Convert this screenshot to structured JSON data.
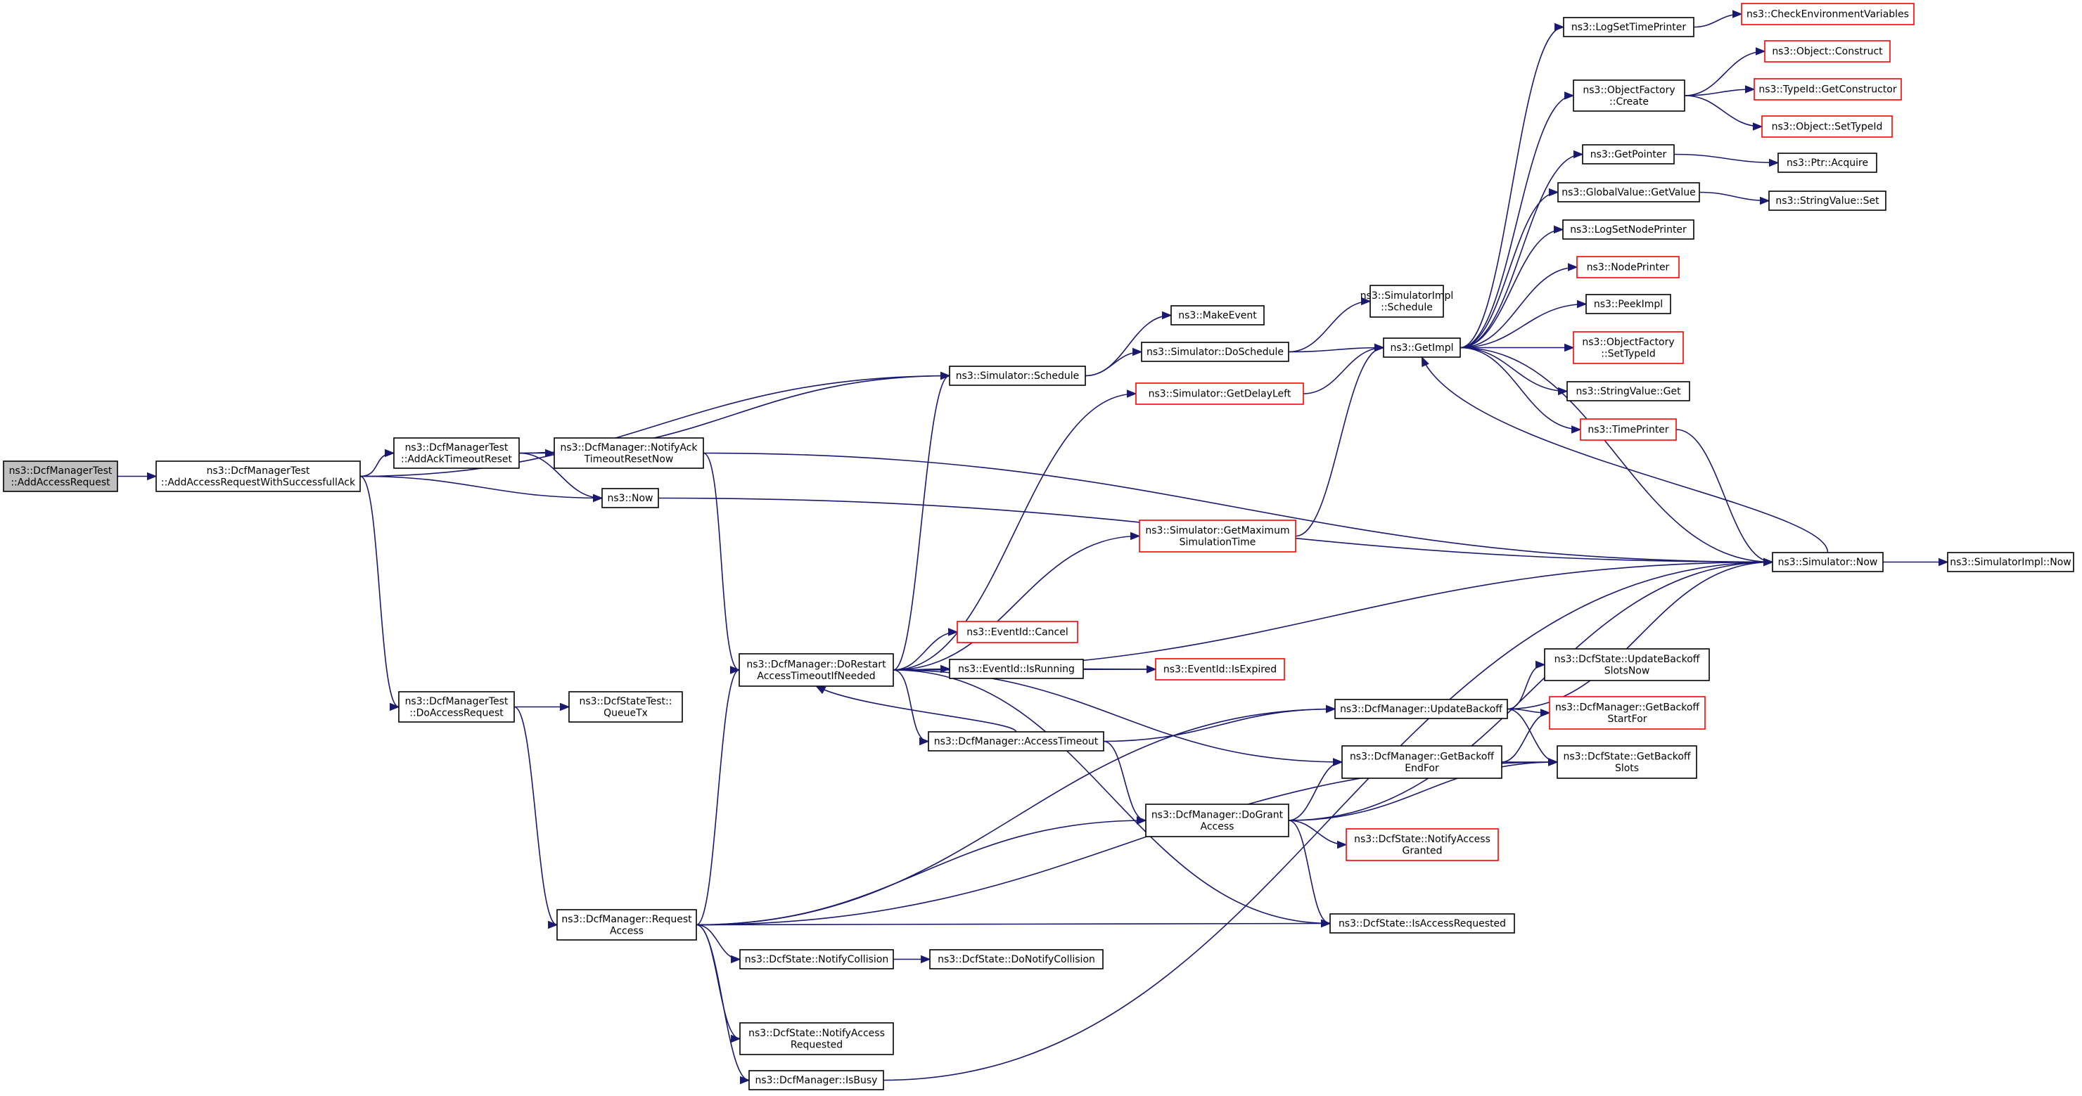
{
  "nodes": [
    {
      "id": "root",
      "lines": [
        "ns3::DcfManagerTest",
        "::AddAccessRequest"
      ],
      "style": "root"
    },
    {
      "id": "addreq",
      "lines": [
        "ns3::DcfManagerTest",
        "::AddAccessRequestWithSuccessfullAck"
      ],
      "style": "normal"
    },
    {
      "id": "addack",
      "lines": [
        "ns3::DcfManagerTest",
        "::AddAckTimeoutReset"
      ],
      "style": "normal"
    },
    {
      "id": "doaccess",
      "lines": [
        "ns3::DcfManagerTest",
        "::DoAccessRequest"
      ],
      "style": "normal"
    },
    {
      "id": "notifyack",
      "lines": [
        "ns3::DcfManager::NotifyAck",
        "TimeoutResetNow"
      ],
      "style": "normal"
    },
    {
      "id": "now",
      "lines": [
        "ns3::Now"
      ],
      "style": "normal"
    },
    {
      "id": "queuetx",
      "lines": [
        "ns3::DcfStateTest::",
        "QueueTx"
      ],
      "style": "normal"
    },
    {
      "id": "schedule",
      "lines": [
        "ns3::Simulator::Schedule"
      ],
      "style": "normal"
    },
    {
      "id": "dorestart",
      "lines": [
        "ns3::DcfManager::DoRestart",
        "AccessTimeoutIfNeeded"
      ],
      "style": "normal"
    },
    {
      "id": "reqaccess",
      "lines": [
        "ns3::DcfManager::Request",
        "Access"
      ],
      "style": "normal"
    },
    {
      "id": "makeevent",
      "lines": [
        "ns3::MakeEvent"
      ],
      "style": "normal"
    },
    {
      "id": "doschedule",
      "lines": [
        "ns3::Simulator::DoSchedule"
      ],
      "style": "normal"
    },
    {
      "id": "getdelay",
      "lines": [
        "ns3::Simulator::GetDelayLeft"
      ],
      "style": "red"
    },
    {
      "id": "getmax",
      "lines": [
        "ns3::Simulator::GetMaximum",
        "SimulationTime"
      ],
      "style": "red"
    },
    {
      "id": "cancel",
      "lines": [
        "ns3::EventId::Cancel"
      ],
      "style": "red"
    },
    {
      "id": "isrunning",
      "lines": [
        "ns3::EventId::IsRunning"
      ],
      "style": "normal"
    },
    {
      "id": "accesstimeout",
      "lines": [
        "ns3::DcfManager::AccessTimeout"
      ],
      "style": "normal"
    },
    {
      "id": "notifycoll",
      "lines": [
        "ns3::DcfState::NotifyCollision"
      ],
      "style": "normal"
    },
    {
      "id": "notifyaccreq",
      "lines": [
        "ns3::DcfState::NotifyAccess",
        "Requested"
      ],
      "style": "normal"
    },
    {
      "id": "isbusy",
      "lines": [
        "ns3::DcfManager::IsBusy"
      ],
      "style": "normal"
    },
    {
      "id": "simimplsched",
      "lines": [
        "ns3::SimulatorImpl",
        "::Schedule"
      ],
      "style": "normal"
    },
    {
      "id": "isexpired",
      "lines": [
        "ns3::EventId::IsExpired"
      ],
      "style": "red"
    },
    {
      "id": "donotifycoll",
      "lines": [
        "ns3::DcfState::DoNotifyCollision"
      ],
      "style": "normal"
    },
    {
      "id": "dogrant",
      "lines": [
        "ns3::DcfManager::DoGrant",
        "Access"
      ],
      "style": "normal"
    },
    {
      "id": "updatebackoff",
      "lines": [
        "ns3::DcfManager::UpdateBackoff"
      ],
      "style": "normal"
    },
    {
      "id": "getbackoffend",
      "lines": [
        "ns3::DcfManager::GetBackoff",
        "EndFor"
      ],
      "style": "normal"
    },
    {
      "id": "isaccreq",
      "lines": [
        "ns3::DcfState::IsAccessRequested"
      ],
      "style": "normal"
    },
    {
      "id": "getimpl",
      "lines": [
        "ns3::GetImpl"
      ],
      "style": "normal"
    },
    {
      "id": "notifyaccgranted",
      "lines": [
        "ns3::DcfState::NotifyAccess",
        "Granted"
      ],
      "style": "red"
    },
    {
      "id": "logsettime",
      "lines": [
        "ns3::LogSetTimePrinter"
      ],
      "style": "normal"
    },
    {
      "id": "objfactcreate",
      "lines": [
        "ns3::ObjectFactory",
        "::Create"
      ],
      "style": "normal"
    },
    {
      "id": "getpointer",
      "lines": [
        "ns3::GetPointer"
      ],
      "style": "normal"
    },
    {
      "id": "globalget",
      "lines": [
        "ns3::GlobalValue::GetValue"
      ],
      "style": "normal"
    },
    {
      "id": "logsetnode",
      "lines": [
        "ns3::LogSetNodePrinter"
      ],
      "style": "normal"
    },
    {
      "id": "nodeprinter",
      "lines": [
        "ns3::NodePrinter"
      ],
      "style": "red"
    },
    {
      "id": "peekimpl",
      "lines": [
        "ns3::PeekImpl"
      ],
      "style": "normal"
    },
    {
      "id": "objfactsettype",
      "lines": [
        "ns3::ObjectFactory",
        "::SetTypeId"
      ],
      "style": "red"
    },
    {
      "id": "stringget",
      "lines": [
        "ns3::StringValue::Get"
      ],
      "style": "normal"
    },
    {
      "id": "timeprinter",
      "lines": [
        "ns3::TimePrinter"
      ],
      "style": "red"
    },
    {
      "id": "updatebackoffslots",
      "lines": [
        "ns3::DcfState::UpdateBackoff",
        "SlotsNow"
      ],
      "style": "normal"
    },
    {
      "id": "getbackoffstart",
      "lines": [
        "ns3::DcfManager::GetBackoff",
        "StartFor"
      ],
      "style": "red"
    },
    {
      "id": "getbackoffslots",
      "lines": [
        "ns3::DcfState::GetBackoff",
        "Slots"
      ],
      "style": "normal"
    },
    {
      "id": "checkenv",
      "lines": [
        "ns3::CheckEnvironmentVariables"
      ],
      "style": "red"
    },
    {
      "id": "objconstruct",
      "lines": [
        "ns3::Object::Construct"
      ],
      "style": "red"
    },
    {
      "id": "typeidgetctor",
      "lines": [
        "ns3::TypeId::GetConstructor"
      ],
      "style": "red"
    },
    {
      "id": "objsettype",
      "lines": [
        "ns3::Object::SetTypeId"
      ],
      "style": "red"
    },
    {
      "id": "ptracquire",
      "lines": [
        "ns3::Ptr::Acquire"
      ],
      "style": "normal"
    },
    {
      "id": "stringset",
      "lines": [
        "ns3::StringValue::Set"
      ],
      "style": "normal"
    },
    {
      "id": "simnow",
      "lines": [
        "ns3::Simulator::Now"
      ],
      "style": "normal"
    },
    {
      "id": "simimplnow",
      "lines": [
        "ns3::SimulatorImpl::Now"
      ],
      "style": "normal"
    }
  ],
  "edges": [
    [
      "root",
      "addreq"
    ],
    [
      "addreq",
      "schedule"
    ],
    [
      "addreq",
      "addack"
    ],
    [
      "addreq",
      "now"
    ],
    [
      "addreq",
      "doaccess"
    ],
    [
      "addack",
      "schedule"
    ],
    [
      "addack",
      "notifyack"
    ],
    [
      "addack",
      "now"
    ],
    [
      "notifyack",
      "dorestart"
    ],
    [
      "notifyack",
      "simnow"
    ],
    [
      "now",
      "simnow"
    ],
    [
      "doaccess",
      "queuetx"
    ],
    [
      "doaccess",
      "reqaccess"
    ],
    [
      "schedule",
      "makeevent"
    ],
    [
      "schedule",
      "doschedule"
    ],
    [
      "doschedule",
      "simimplsched"
    ],
    [
      "doschedule",
      "getimpl"
    ],
    [
      "getdelay",
      "getimpl"
    ],
    [
      "getmax",
      "getimpl"
    ],
    [
      "dorestart",
      "schedule"
    ],
    [
      "dorestart",
      "getdelay"
    ],
    [
      "dorestart",
      "getmax"
    ],
    [
      "dorestart",
      "simnow"
    ],
    [
      "dorestart",
      "cancel"
    ],
    [
      "dorestart",
      "isrunning"
    ],
    [
      "dorestart",
      "isexpired"
    ],
    [
      "dorestart",
      "accesstimeout"
    ],
    [
      "dorestart",
      "getbackoffend"
    ],
    [
      "dorestart",
      "isaccreq"
    ],
    [
      "isrunning",
      "isexpired"
    ],
    [
      "accesstimeout",
      "dorestart"
    ],
    [
      "accesstimeout",
      "updatebackoff"
    ],
    [
      "accesstimeout",
      "dogrant"
    ],
    [
      "reqaccess",
      "dorestart"
    ],
    [
      "reqaccess",
      "updatebackoff"
    ],
    [
      "reqaccess",
      "dogrant"
    ],
    [
      "reqaccess",
      "isaccreq"
    ],
    [
      "reqaccess",
      "notifycoll"
    ],
    [
      "reqaccess",
      "notifyaccreq"
    ],
    [
      "reqaccess",
      "isbusy"
    ],
    [
      "reqaccess",
      "getbackoffslots"
    ],
    [
      "notifycoll",
      "donotifycoll"
    ],
    [
      "isbusy",
      "simnow"
    ],
    [
      "dogrant",
      "getbackoffend"
    ],
    [
      "dogrant",
      "getbackoffslots"
    ],
    [
      "dogrant",
      "notifyaccgranted"
    ],
    [
      "dogrant",
      "isaccreq"
    ],
    [
      "dogrant",
      "simnow"
    ],
    [
      "updatebackoff",
      "simnow"
    ],
    [
      "updatebackoff",
      "updatebackoffslots"
    ],
    [
      "updatebackoff",
      "getbackoffstart"
    ],
    [
      "updatebackoff",
      "getbackoffslots"
    ],
    [
      "getbackoffend",
      "getbackoffstart"
    ],
    [
      "getbackoffend",
      "getbackoffslots"
    ],
    [
      "getimpl",
      "logsettime"
    ],
    [
      "getimpl",
      "objfactcreate"
    ],
    [
      "getimpl",
      "getpointer"
    ],
    [
      "getimpl",
      "globalget"
    ],
    [
      "getimpl",
      "logsetnode"
    ],
    [
      "getimpl",
      "nodeprinter"
    ],
    [
      "getimpl",
      "peekimpl"
    ],
    [
      "getimpl",
      "objfactsettype"
    ],
    [
      "getimpl",
      "stringget"
    ],
    [
      "getimpl",
      "timeprinter"
    ],
    [
      "getimpl",
      "simnow"
    ],
    [
      "simnow",
      "getimpl"
    ],
    [
      "timeprinter",
      "simnow"
    ],
    [
      "logsettime",
      "checkenv"
    ],
    [
      "objfactcreate",
      "objconstruct"
    ],
    [
      "objfactcreate",
      "typeidgetctor"
    ],
    [
      "objfactcreate",
      "objsettype"
    ],
    [
      "getpointer",
      "ptracquire"
    ],
    [
      "globalget",
      "stringset"
    ],
    [
      "simnow",
      "simimplnow"
    ]
  ],
  "colors": {
    "edge": "#191970",
    "normal_border": "#000000",
    "red_border": "#ff0000",
    "root_fill": "#bfbfbf",
    "node_fill": "#ffffff",
    "text": "#000000"
  }
}
